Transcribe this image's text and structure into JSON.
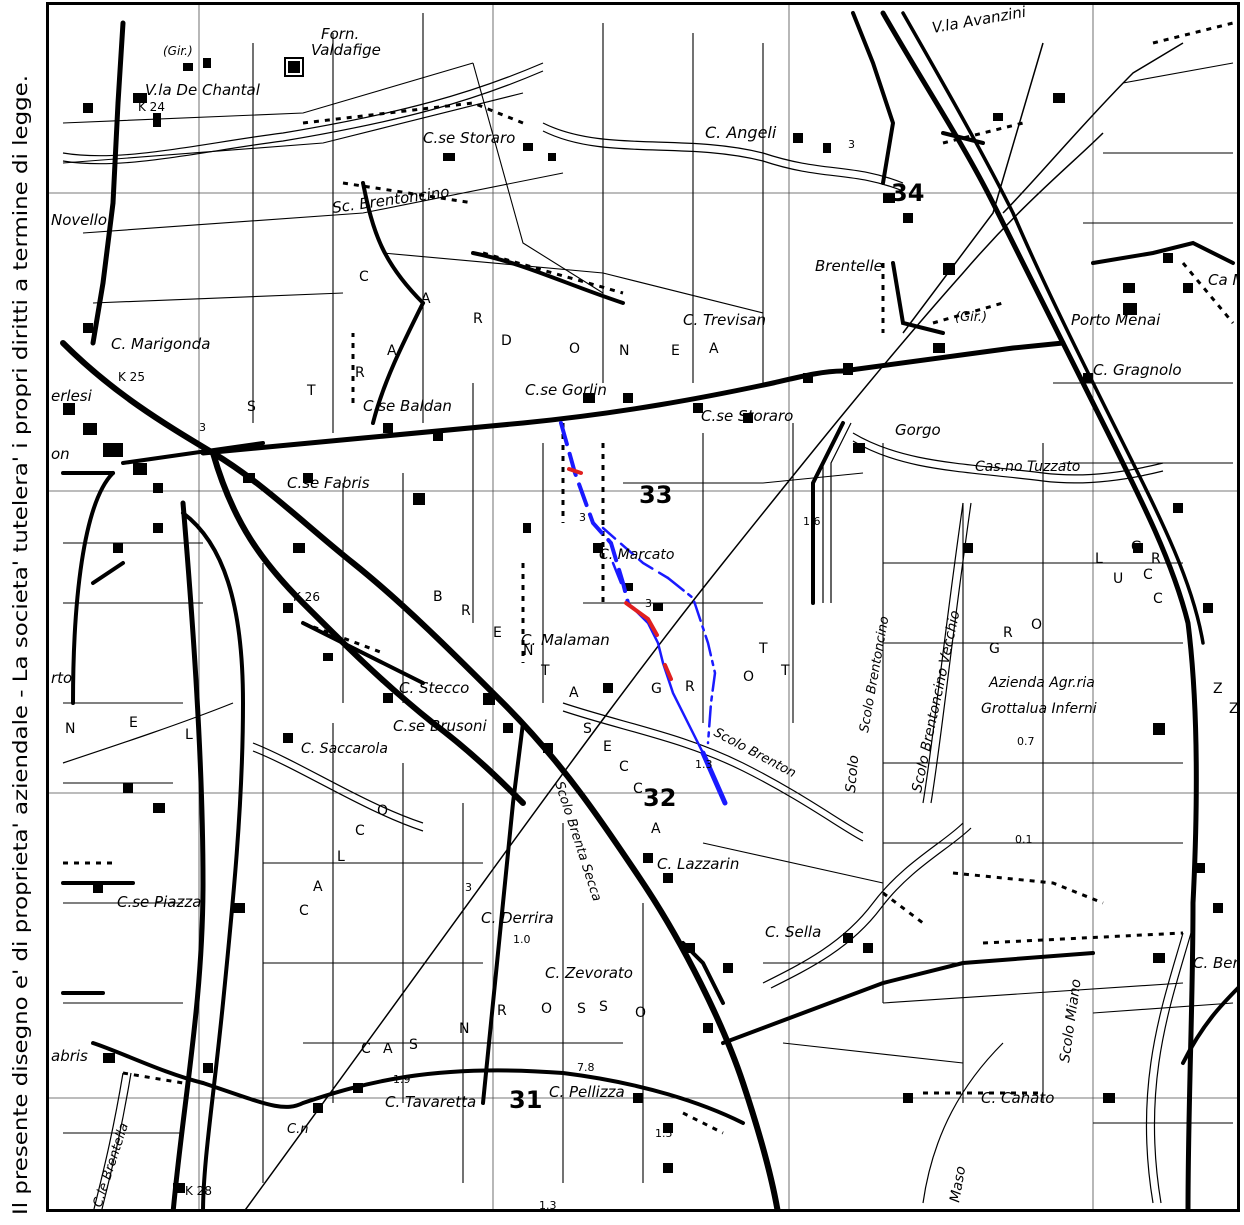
{
  "disclaimer": "Il presente disegno e' di proprieta' aziendale - La societa' tutelera' i propri diritti a termine di legge.",
  "colors": {
    "route_blue": "#1a1aff",
    "route_red": "#e02020",
    "ink": "#000000",
    "paper": "#ffffff"
  },
  "grid_numbers": {
    "n34": "34",
    "n33": "33",
    "n32": "32",
    "n31": "31"
  },
  "place_labels": {
    "fornace_valdafige": "Fornace Valdafige",
    "fornace_short": "Forn.",
    "valdafige": "Valdafige",
    "girl": "(Gir.)",
    "via_de_chantal": "V.la De Chantal",
    "k24": "K 24",
    "cse_storaro": "C.se Storaro",
    "sc_brentoncino": "Sc. Brentoncino",
    "novello": "Novello",
    "c_angeli": "C. Angeli",
    "via_avanzini": "V.la Avanzini",
    "brentelle": "Brentelle",
    "gir_top": "(Gir.)",
    "ca_m": "Ca M",
    "porto_menai": "Porto Menai",
    "c_gragnolo": "C. Gragnolo",
    "c_trevisan": "C. Trevisan",
    "c_marigonda": "C. Marigonda",
    "k25": "K 25",
    "erlesi": "erlesi",
    "cse_gorlin": "C.se Gorlin",
    "cse_storaro_2": "C.se Storaro",
    "cse_baldan": "C.se Baldan",
    "gorgo": "Gorgo",
    "cas_tuzzato": "Cas.no Tuzzato",
    "on": "on",
    "cse_fabris": "C.se Fabris",
    "c_marcato": "C. Marcato",
    "k26": "K 26",
    "rto": "rto",
    "c_malaman": "C. Malaman",
    "c_stecco": "C. Stecco",
    "c_brusoni": "C.se Brusoni",
    "c_saccarola": "C. Saccarola",
    "azienda_agr": "Azienda Agr.ria",
    "grottalua_inferni": "Grottalua Inferni",
    "scolo_brentoncino_vecchio": "Scolo Brentoncino Vecchio",
    "scolo_brentoncino": "Scolo Brentoncino",
    "scolo": "Scolo",
    "scolo_brenta_secca": "Scolo Brenta Secca",
    "scolo_brenton": "Scolo Brenton",
    "c_lazzarin": "C. Lazzarin",
    "cse_piazza": "C.se Piazza",
    "c_derrira": "C. Derrira",
    "c_sella": "C. Sella",
    "c_ber": "C. Ber",
    "c_zevorato": "C. Zevorato",
    "abris": "abris",
    "c_tavaretta": "C. Tavaretta",
    "c_pellizza": "C. Pellizza",
    "c_canato": "C. Canato",
    "scolo_miano": "Scolo Miano",
    "maso": "Maso",
    "k28": "K 28",
    "ce_brentella": "C.le Brentella",
    "cn": "C.n"
  },
  "area_letters": {
    "cardona": [
      "C",
      "A",
      "R",
      "D",
      "O",
      "N",
      "E",
      "A"
    ],
    "strada": [
      "S",
      "T",
      "R",
      "A"
    ],
    "brenta_secca": [
      "B",
      "R",
      "E",
      "N",
      "T",
      "A",
      "S",
      "E",
      "C",
      "C",
      "A"
    ],
    "grottalua": [
      "G",
      "R",
      "O",
      "T",
      "T"
    ],
    "calcio": [
      "C",
      "A",
      "L",
      "C",
      "O"
    ],
    "cas_rosso": [
      "C",
      "A",
      "S",
      "N",
      "R",
      "O",
      "S",
      "S",
      "O"
    ],
    "nel": [
      "N",
      "E",
      "L"
    ],
    "lucca": [
      "L",
      "U",
      "C",
      "C"
    ],
    "gro": [
      "G",
      "R",
      "O"
    ],
    "gr_mid": [
      "G",
      "R",
      "Z",
      "Z"
    ]
  },
  "spot_heights": {
    "h1": "3",
    "h2": "3",
    "h3": "3",
    "h4": "3",
    "h5": "1.6",
    "h6": "1.9",
    "h7": "1.3",
    "h8": "1.0",
    "h9": "7.8",
    "h10": "1.5",
    "h11": "0.7",
    "h12": "0.1",
    "h13": "3",
    "h14": "1.3"
  }
}
